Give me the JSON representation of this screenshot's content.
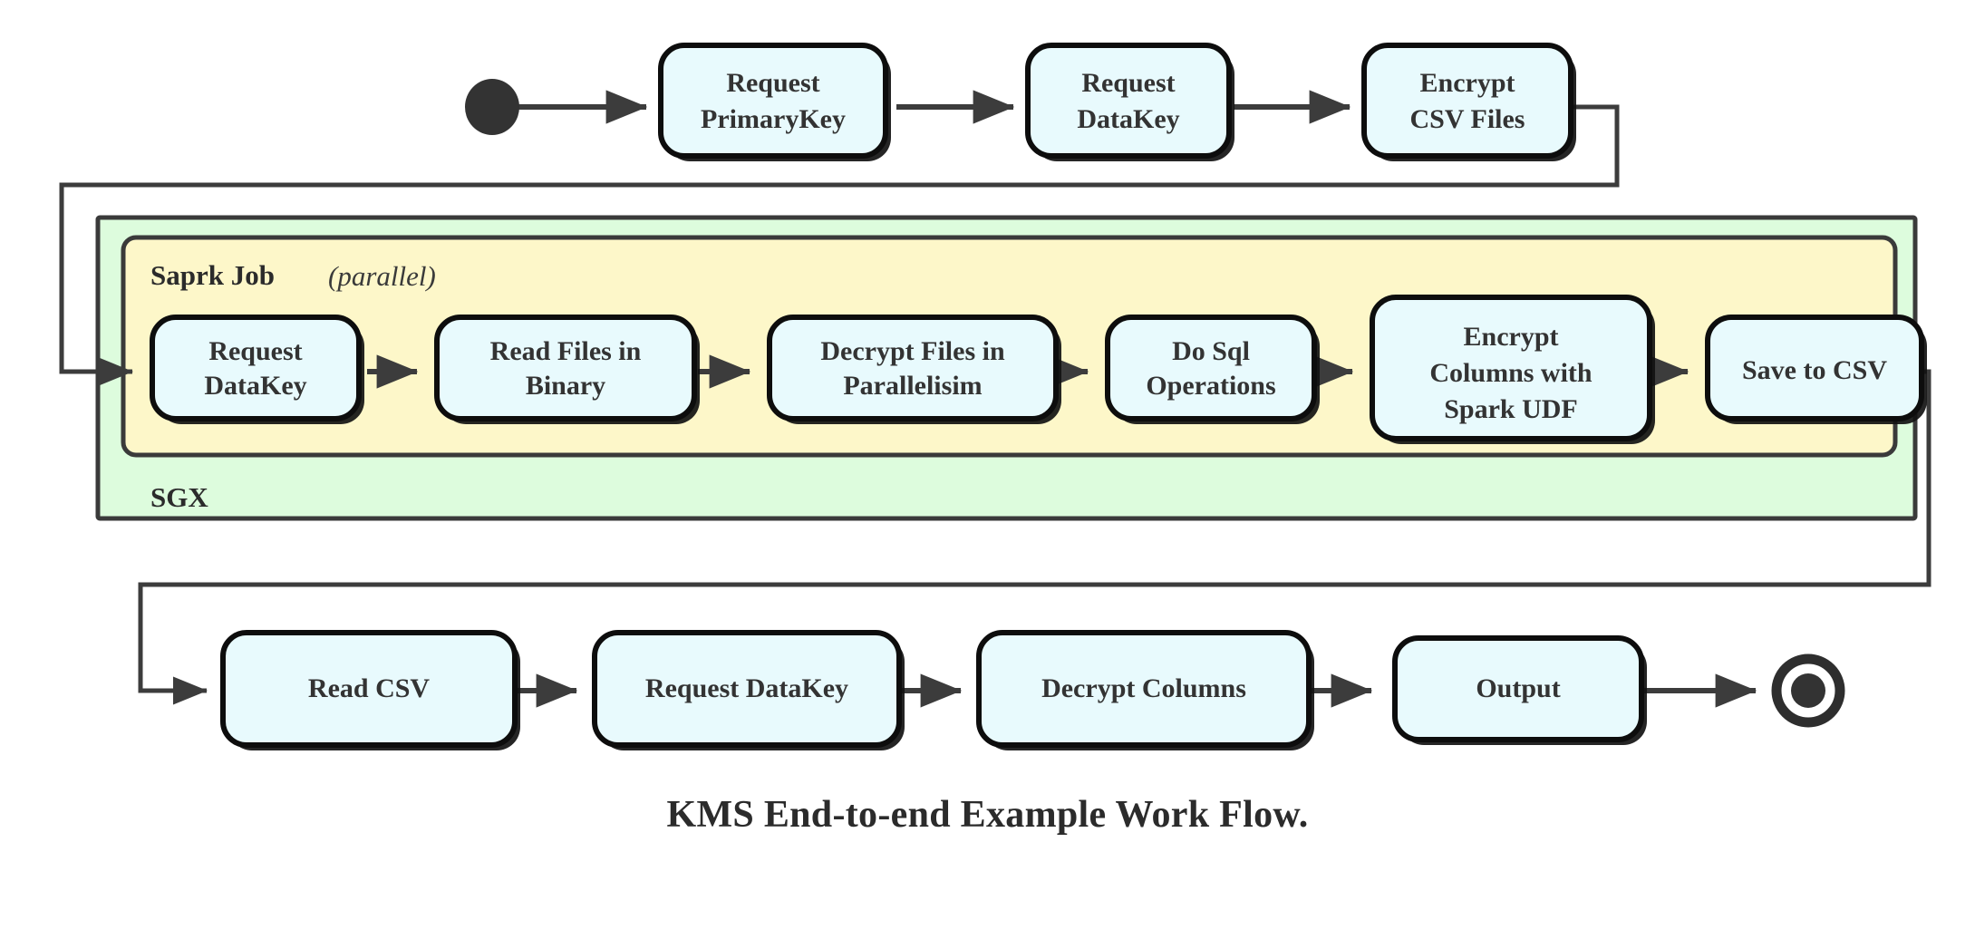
{
  "diagram": {
    "caption": "KMS End-to-end Example Work Flow.",
    "colors": {
      "node_fill": "#e8fafd",
      "node_stroke": "#0d0d0d",
      "sgx_fill": "#ddfcdd",
      "spark_fill": "#fdf7c9",
      "edge": "#3c3c3c",
      "text": "#333333"
    },
    "start_node": {
      "name": "start",
      "shape": "filled-circle"
    },
    "end_node": {
      "name": "end",
      "shape": "double-circle"
    },
    "groups": [
      {
        "id": "sgx",
        "label": "SGX",
        "label_position": "bottom-left"
      },
      {
        "id": "spark_job",
        "label": "Saprk Job",
        "label_suffix": "(parallel)",
        "label_position": "top-left"
      }
    ],
    "rows": {
      "top": [
        {
          "id": "request-primarykey",
          "line1": "Request",
          "line2": "PrimaryKey"
        },
        {
          "id": "request-datakey-top",
          "line1": "Request",
          "line2": "DataKey"
        },
        {
          "id": "encrypt-csv-files",
          "line1": "Encrypt",
          "line2": "CSV Files"
        }
      ],
      "spark": [
        {
          "id": "request-datakey-spark",
          "line1": "Request",
          "line2": "DataKey",
          "line3": ""
        },
        {
          "id": "read-files-in-binary",
          "line1": "Read Files in",
          "line2": "Binary",
          "line3": ""
        },
        {
          "id": "decrypt-files-in-parallelisim",
          "line1": "Decrypt Files in",
          "line2": "Parallelisim",
          "line3": ""
        },
        {
          "id": "do-sql-operations",
          "line1": "Do Sql",
          "line2": "Operations",
          "line3": ""
        },
        {
          "id": "encrypt-columns-with-spark-udf",
          "line1": "Encrypt",
          "line2": "Columns with",
          "line3": "Spark UDF"
        },
        {
          "id": "save-to-csv",
          "line1": "Save to CSV",
          "line2": "",
          "line3": ""
        }
      ],
      "bottom": [
        {
          "id": "read-csv",
          "line1": "Read CSV",
          "line2": ""
        },
        {
          "id": "request-datakey-bottom",
          "line1": "Request DataKey",
          "line2": ""
        },
        {
          "id": "decrypt-columns",
          "line1": "Decrypt Columns",
          "line2": ""
        },
        {
          "id": "output",
          "line1": "Output",
          "line2": ""
        }
      ]
    }
  }
}
